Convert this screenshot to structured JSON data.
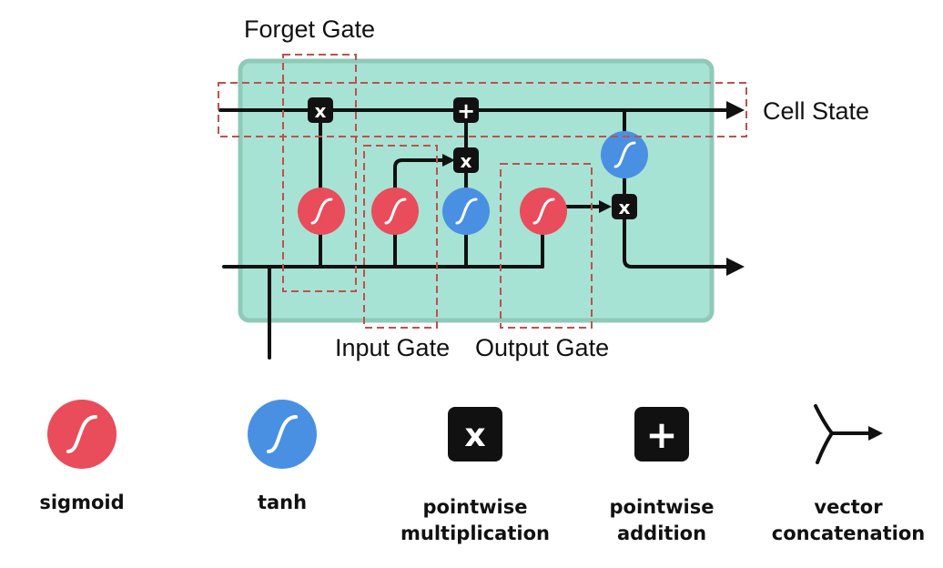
{
  "diagram": {
    "labels": {
      "forget_gate": "Forget Gate",
      "cell_state": "Cell State",
      "input_gate": "Input Gate",
      "output_gate": "Output Gate"
    },
    "colors": {
      "cell_fill": "#a6e3d4",
      "cell_border": "#8fcab9",
      "sigmoid": "#e94c5b",
      "tanh": "#4a90e2",
      "operator": "#111111",
      "dashed_box": "#c0504d",
      "line": "#111111"
    },
    "ops": {
      "multiply_glyph": "x",
      "add_glyph": "+"
    }
  },
  "legend": {
    "items": [
      {
        "icon": "sigmoid-icon",
        "label_lines": [
          "sigmoid"
        ]
      },
      {
        "icon": "tanh-icon",
        "label_lines": [
          "tanh"
        ]
      },
      {
        "icon": "pointwise-multiplication-icon",
        "glyph": "x",
        "label_lines": [
          "pointwise",
          "multiplication"
        ]
      },
      {
        "icon": "pointwise-addition-icon",
        "glyph": "+",
        "label_lines": [
          "pointwise",
          "addition"
        ]
      },
      {
        "icon": "vector-concatenation-icon",
        "label_lines": [
          "vector",
          "concatenation"
        ]
      }
    ]
  }
}
